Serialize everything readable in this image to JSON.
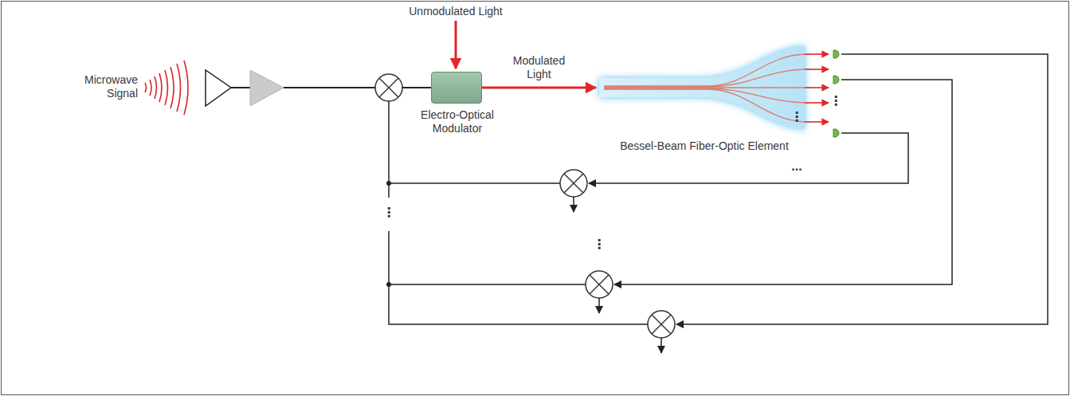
{
  "diagram": {
    "nodes": [
      {
        "text": [
          "Electro-Optical Modulator"
        ]
      },
      {
        "text": [
          "Bessel-Beam Fiber-Optic Element"
        ]
      }
    ],
    "edges": [
      {
        "from": 0,
        "to": 1,
        "arrow": "to",
        "label": "Modulated Light"
      }
    ],
    "labels": [
      "Microwave Signal",
      "Unmodulated Light",
      "⋮",
      "⋮",
      "...",
      "⋮",
      "⋮"
    ]
  }
}
